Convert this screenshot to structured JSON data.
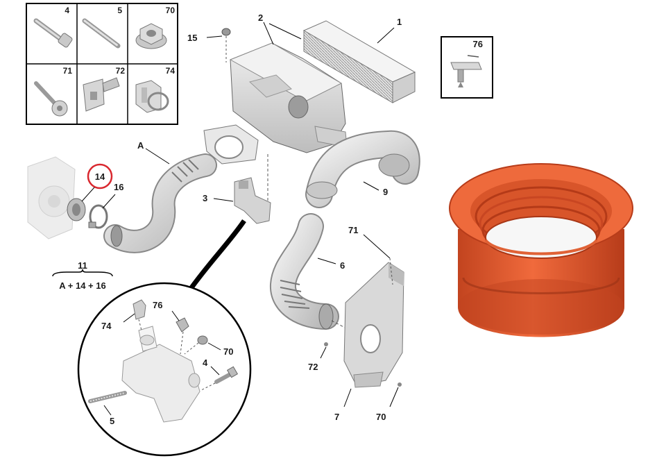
{
  "parts_grid": {
    "cells": [
      {
        "label": "4",
        "icon": "bolt-icon"
      },
      {
        "label": "5",
        "icon": "stud-icon"
      },
      {
        "label": "70",
        "icon": "flange-nut-icon"
      },
      {
        "label": "71",
        "icon": "screw-icon"
      },
      {
        "label": "72",
        "icon": "bracket-clip-icon"
      },
      {
        "label": "74",
        "icon": "hose-clip-icon"
      }
    ]
  },
  "clip_box": {
    "label": "76",
    "icon": "push-clip-icon"
  },
  "callouts": {
    "c1": "1",
    "c2": "2",
    "c15": "15",
    "cA": "A",
    "c14": "14",
    "c16": "16",
    "c3": "3",
    "c9": "9",
    "c71": "71",
    "c6": "6",
    "c72": "72",
    "c7": "7",
    "c70": "70"
  },
  "assembly": {
    "number": "11",
    "formula": "A + 14 + 16"
  },
  "detail": {
    "c74": "74",
    "c76": "76",
    "c70": "70",
    "c4": "4",
    "c5": "5"
  },
  "highlight": {
    "part": "14",
    "color": "#d9282f"
  },
  "product_photo": {
    "color": "#e8572e",
    "shade": "#b8401e",
    "icon": "rubber-seal-icon"
  }
}
